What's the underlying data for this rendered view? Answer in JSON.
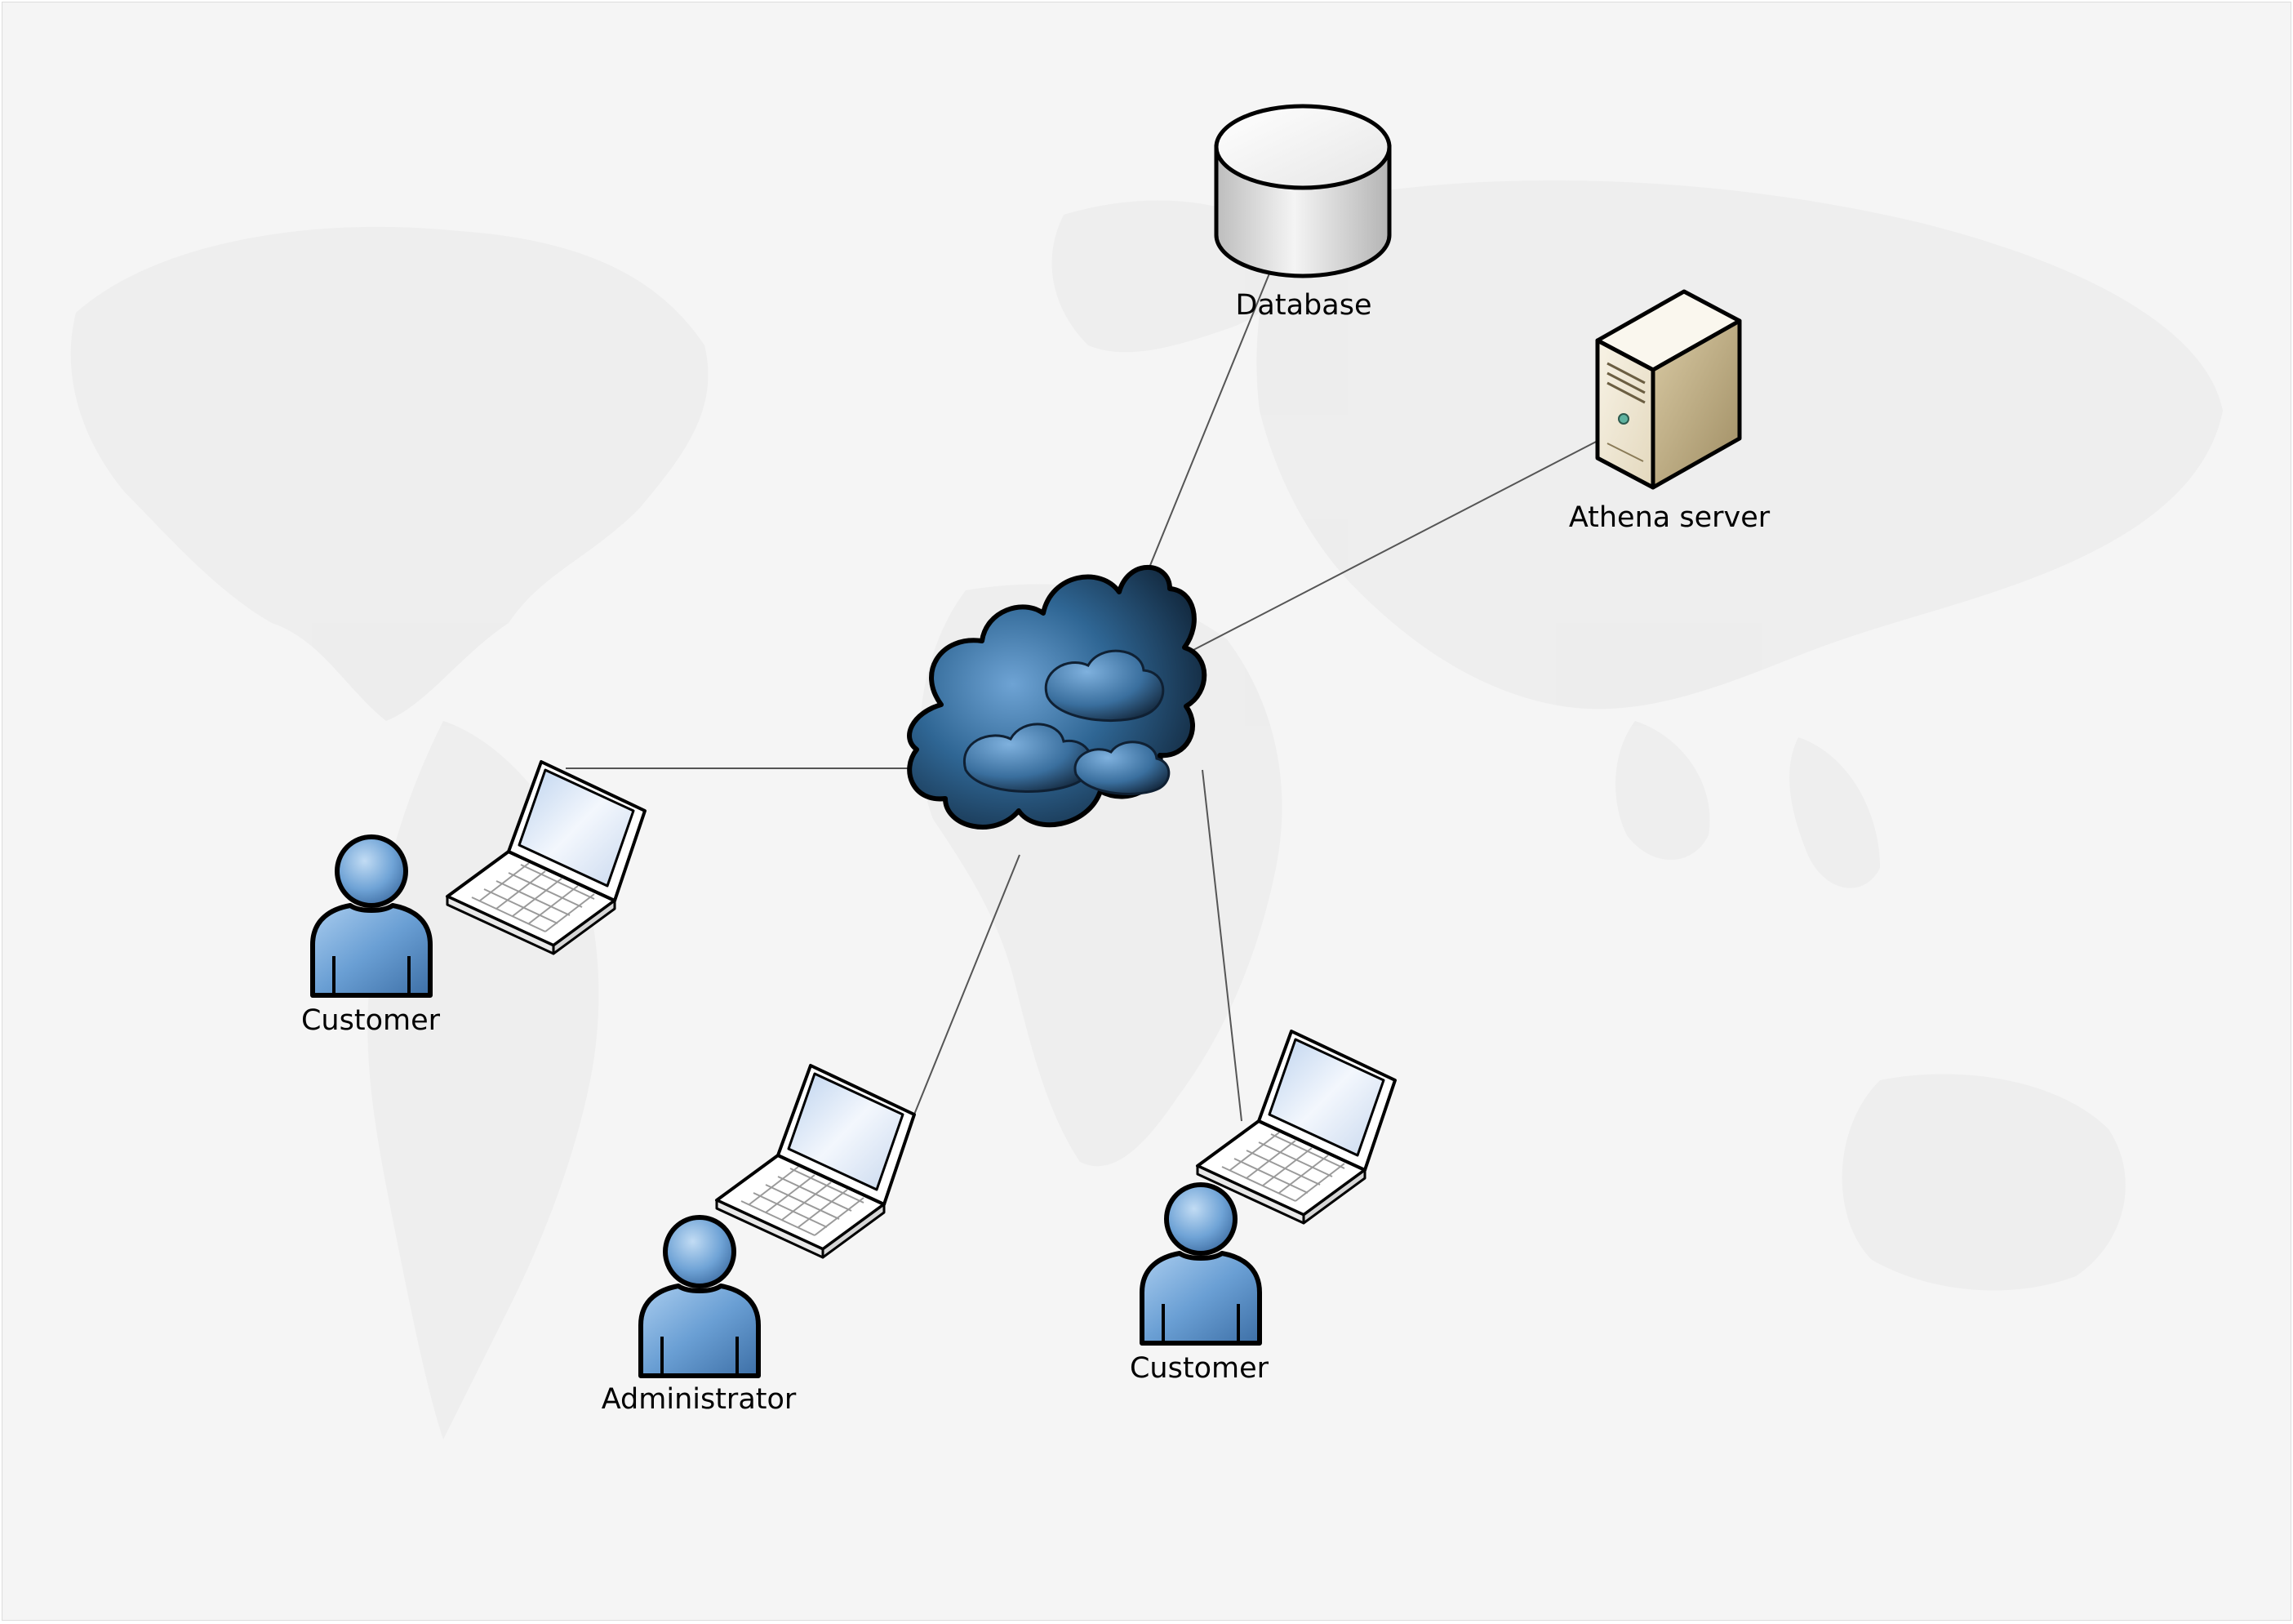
{
  "diagram": {
    "nodes": {
      "database": {
        "label": "Database",
        "icon": "database-cylinder-icon"
      },
      "server": {
        "label": "Athena server",
        "icon": "tower-server-icon"
      },
      "cloud": {
        "label": "",
        "icon": "network-cloud-icon"
      },
      "customer_left": {
        "label": "Customer",
        "icon": "user-icon"
      },
      "administrator": {
        "label": "Administrator",
        "icon": "user-icon"
      },
      "customer_right": {
        "label": "Customer",
        "icon": "user-icon"
      }
    },
    "edges": [
      {
        "from": "cloud",
        "to": "database"
      },
      {
        "from": "cloud",
        "to": "server"
      },
      {
        "from": "cloud",
        "to": "laptop-customer-left"
      },
      {
        "from": "cloud",
        "to": "laptop-administrator"
      },
      {
        "from": "cloud",
        "to": "laptop-customer-right"
      }
    ],
    "colors": {
      "background": "#f5f5f5",
      "connector": "#555555",
      "user_fill": "#6a9fd4",
      "cloud_fill": "#2b5c86",
      "server_fill": "#e9dfc8"
    }
  }
}
